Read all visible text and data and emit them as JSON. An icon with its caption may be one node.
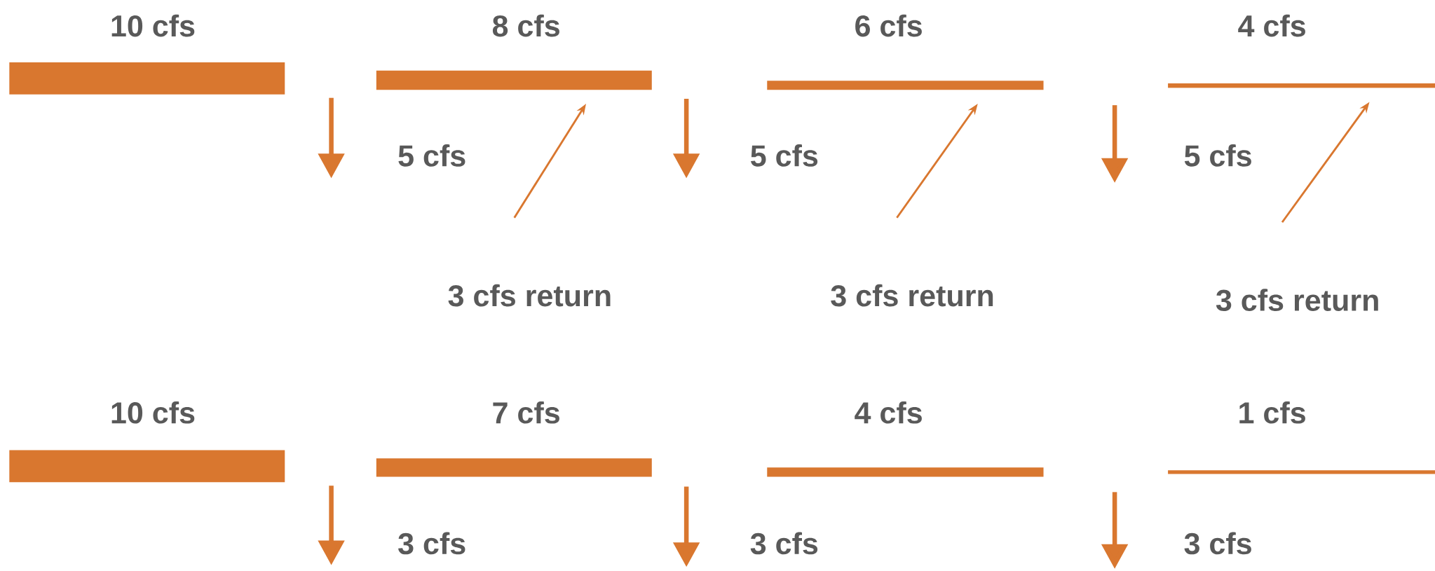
{
  "diagram": {
    "nodes": [
      {
        "text": [
          "10 cfs"
        ]
      },
      {
        "text": [
          "8 cfs"
        ]
      },
      {
        "text": [
          "6 cfs"
        ]
      },
      {
        "text": [
          "4 cfs"
        ]
      },
      {
        "text": [
          "3 cfs return"
        ]
      },
      {
        "text": [
          "3 cfs return"
        ]
      },
      {
        "text": [
          "3 cfs return"
        ]
      },
      {
        "text": [
          "10 cfs"
        ]
      },
      {
        "text": [
          "7 cfs"
        ]
      },
      {
        "text": [
          "4 cfs"
        ]
      },
      {
        "text": [
          "1 cfs"
        ]
      }
    ],
    "edges": [
      {
        "from": 4,
        "to": 1,
        "arrow": "to"
      },
      {
        "from": 5,
        "to": 2,
        "arrow": "to"
      },
      {
        "from": 6,
        "to": 3,
        "arrow": "to"
      }
    ],
    "labels": [
      "5 cfs",
      "5 cfs",
      "5 cfs",
      "3 cfs",
      "3 cfs",
      "3 cfs"
    ]
  }
}
